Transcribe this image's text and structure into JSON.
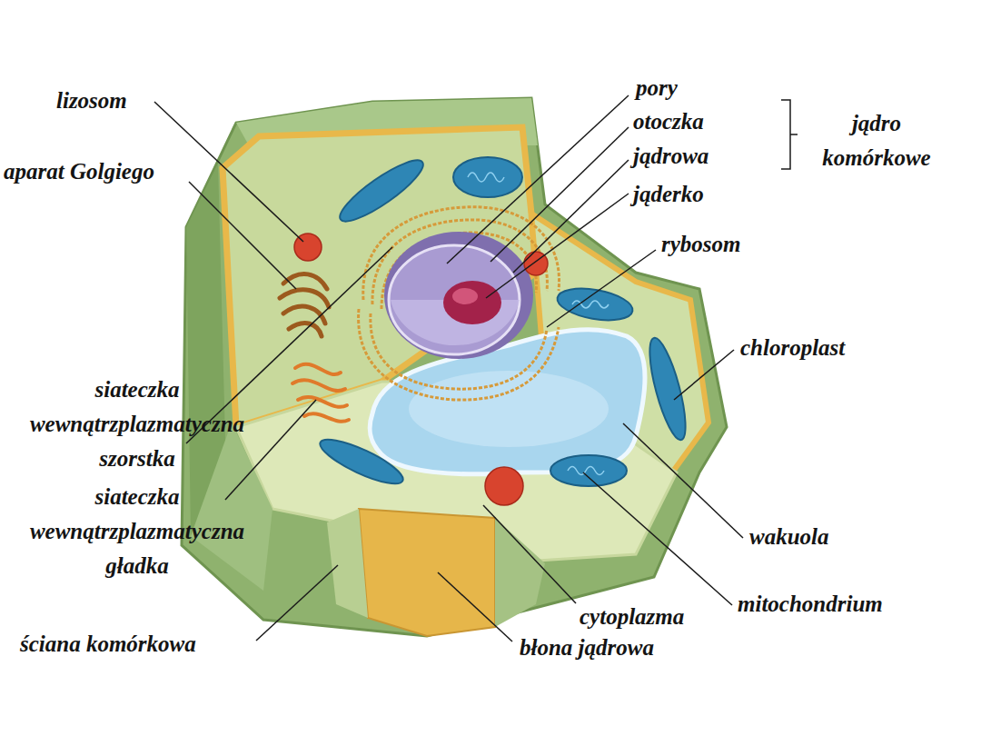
{
  "diagram": {
    "labels": [
      "lizosom",
      "pory",
      "otoczka jądrowa",
      "jądro komórkowe",
      "aparat Golgiego",
      "jąderko",
      "rybosom",
      "chloroplast",
      "siateczka wewnątrzplazmatyczna szorstka",
      "siateczka wewnątrzplazmatyczna gładka",
      "wakuola",
      "mitochondrium",
      "cytoplazma",
      "ściana komórkowa",
      "błona jądrowa"
    ]
  }
}
